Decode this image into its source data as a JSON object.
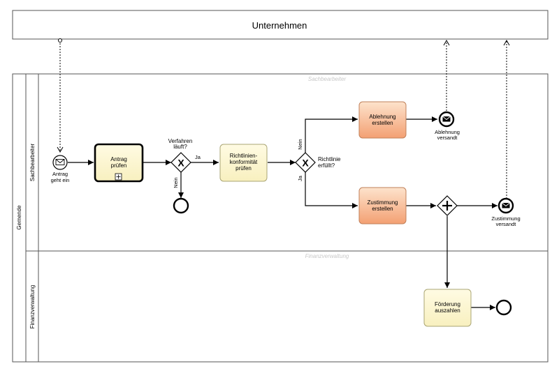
{
  "pool_external": {
    "title": "Unternehmen"
  },
  "pool_main": {
    "name": "Gemende",
    "lanes": [
      {
        "name": "Sachbearbeiter",
        "header": "Sachbearbeiter"
      },
      {
        "name": "Finanzverwaltung",
        "header": "Finanzverwaltung"
      }
    ]
  },
  "events": {
    "start": {
      "line1": "Antrag",
      "line2": "geht ein"
    },
    "end_ablehnung": {
      "line1": "Ablehnung",
      "line2": "versandt"
    },
    "end_zustimmung": {
      "line1": "Zustimmung",
      "line2": "versandt"
    }
  },
  "tasks": {
    "antrag": {
      "line1": "Antrag",
      "line2": "prüfen"
    },
    "richtlinien": {
      "line1": "Richtlinien-",
      "line2": "konformität",
      "line3": "prüfen"
    },
    "ablehnung": {
      "line1": "Ablehnung",
      "line2": "erstellen"
    },
    "zustimmung": {
      "line1": "Zustimmung",
      "line2": "erstellen"
    },
    "foerderung": {
      "line1": "Förderung",
      "line2": "auszahlen"
    }
  },
  "gateways": {
    "verfahren": {
      "line1": "Verfahren",
      "line2": "läuft?",
      "yes": "Ja",
      "no": "Nein"
    },
    "richtlinie": {
      "line1": "Richtlinie",
      "line2": "erfüllt?",
      "yes": "Ja",
      "no": "Nein"
    }
  },
  "colors": {
    "task_yellow": "#fcf6cf",
    "task_yellow_stroke": "#a9a473",
    "task_orange_top": "#fde0c8",
    "task_orange_bottom": "#f4a477",
    "task_orange_stroke": "#c0805a",
    "line": "#000000"
  }
}
